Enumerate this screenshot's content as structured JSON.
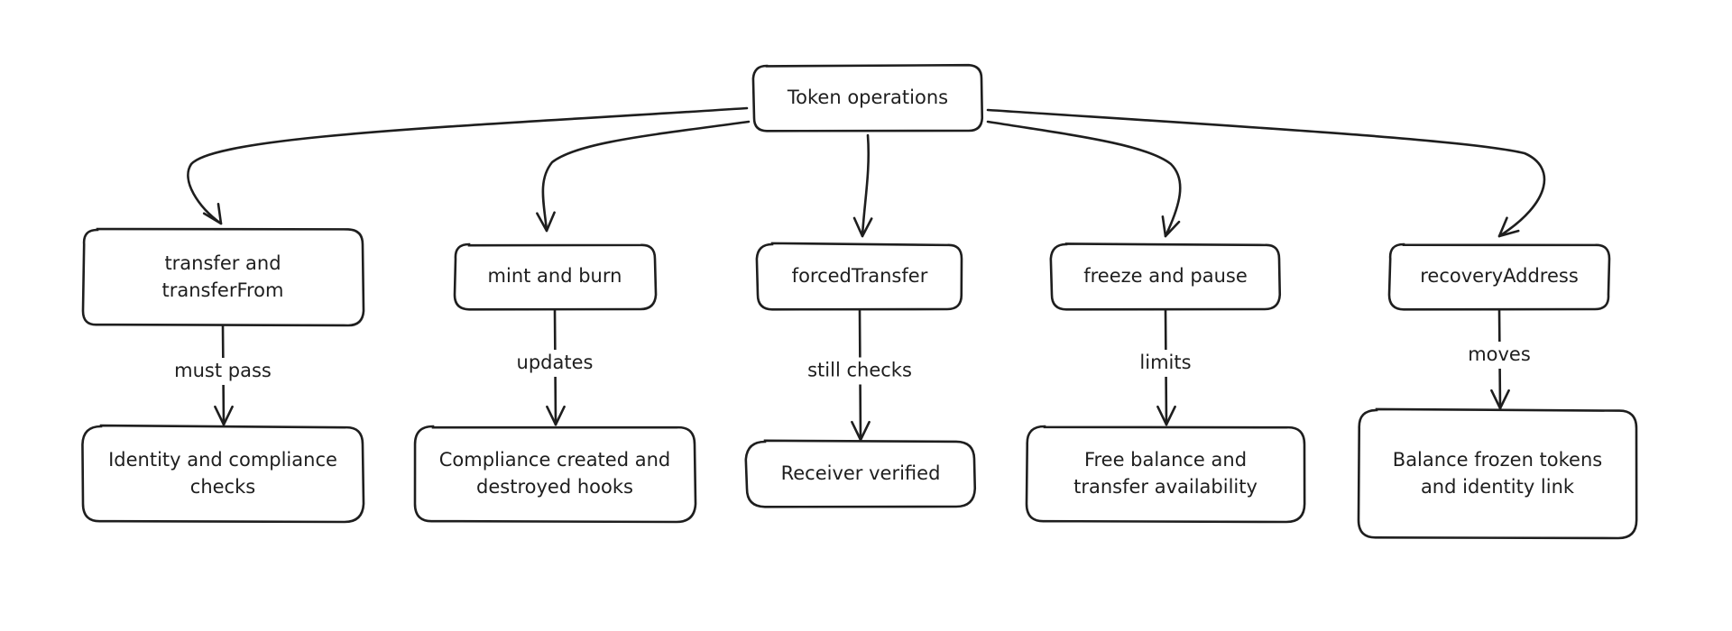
{
  "diagram": {
    "root": {
      "id": "token-operations",
      "label": "Token operations"
    },
    "operations": [
      {
        "id": "transfer",
        "label": [
          "transfer and",
          "transferFrom"
        ],
        "edge_label": "must pass",
        "result": [
          "Identity and compliance",
          "checks"
        ]
      },
      {
        "id": "mint-burn",
        "label": [
          "mint and burn"
        ],
        "edge_label": "updates",
        "result": [
          "Compliance created and",
          "destroyed hooks"
        ]
      },
      {
        "id": "forced-transfer",
        "label": [
          "forcedTransfer"
        ],
        "edge_label": "still checks",
        "result": [
          "Receiver verified"
        ]
      },
      {
        "id": "freeze-pause",
        "label": [
          "freeze and pause"
        ],
        "edge_label": "limits",
        "result": [
          "Free balance and",
          "transfer availability"
        ]
      },
      {
        "id": "recovery-address",
        "label": [
          "recoveryAddress"
        ],
        "edge_label": "moves",
        "result": [
          "Balance frozen tokens",
          "and identity link"
        ]
      }
    ],
    "colors": {
      "stroke": "#1e1e1e",
      "fill": "#ffffff",
      "background": "#ffffff"
    }
  }
}
